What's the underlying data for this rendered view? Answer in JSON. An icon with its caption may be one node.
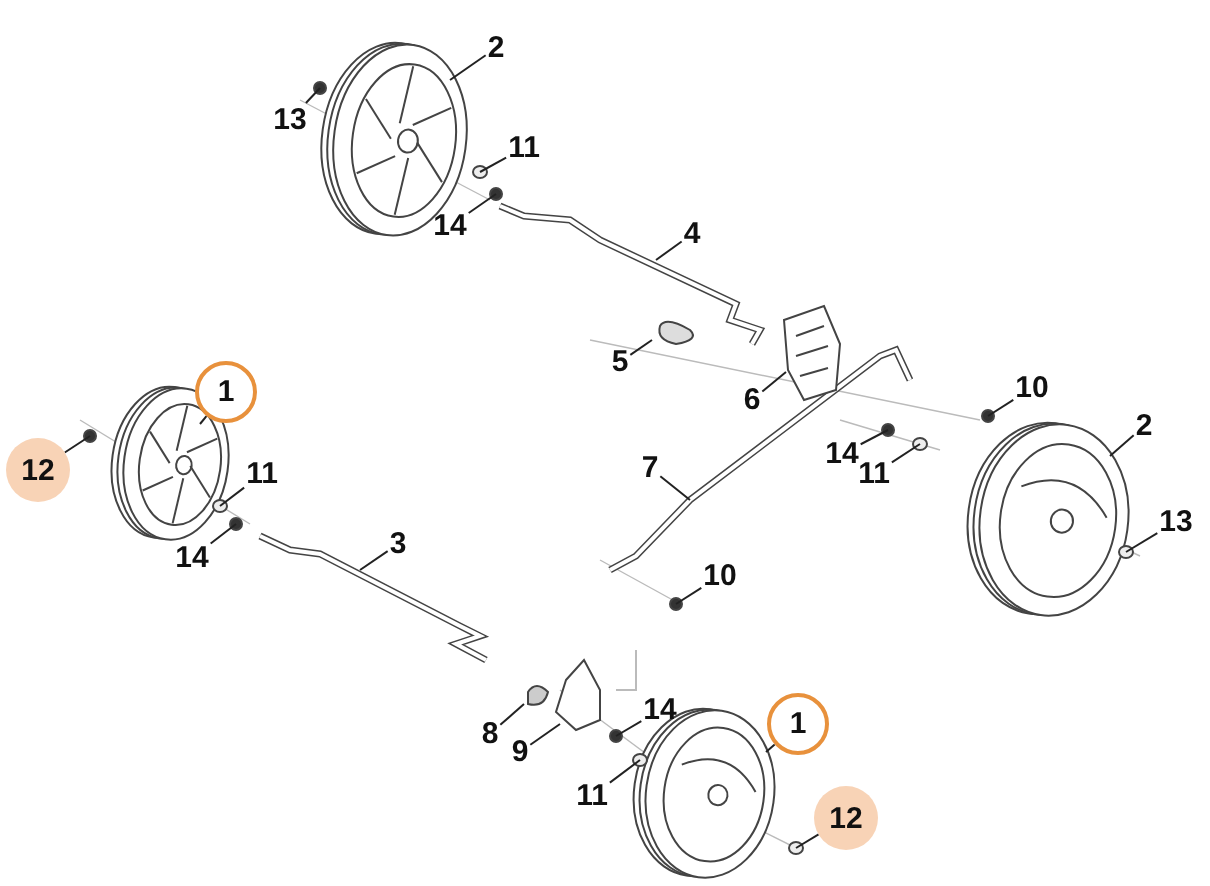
{
  "diagram": {
    "nodes": [
      {
        "text": [
          "13"
        ]
      },
      {
        "text": [
          "2"
        ]
      },
      {
        "text": [
          "11"
        ]
      },
      {
        "text": [
          "14"
        ]
      },
      {
        "text": [
          "4"
        ]
      },
      {
        "text": [
          "5"
        ]
      },
      {
        "text": [
          "6"
        ]
      },
      {
        "text": [
          "1"
        ]
      },
      {
        "text": [
          "12"
        ]
      },
      {
        "text": [
          "11"
        ]
      },
      {
        "text": [
          "14"
        ]
      },
      {
        "text": [
          "3"
        ]
      },
      {
        "text": [
          "10"
        ]
      },
      {
        "text": [
          "2"
        ]
      },
      {
        "text": [
          "7"
        ]
      },
      {
        "text": [
          "14"
        ]
      },
      {
        "text": [
          "11"
        ]
      },
      {
        "text": [
          "13"
        ]
      },
      {
        "text": [
          "10"
        ]
      },
      {
        "text": [
          "8"
        ]
      },
      {
        "text": [
          "9"
        ]
      },
      {
        "text": [
          "14"
        ]
      },
      {
        "text": [
          "11"
        ]
      },
      {
        "text": [
          "1"
        ]
      },
      {
        "text": [
          "12"
        ]
      }
    ],
    "edges": [
      {
        "from": 0,
        "to": null,
        "arrow": "none"
      },
      {
        "from": 1,
        "to": null,
        "arrow": "none"
      },
      {
        "from": 2,
        "to": null,
        "arrow": "none"
      },
      {
        "from": 3,
        "to": null,
        "arrow": "none"
      },
      {
        "from": 4,
        "to": null,
        "arrow": "none"
      },
      {
        "from": 5,
        "to": null,
        "arrow": "none"
      },
      {
        "from": 6,
        "to": null,
        "arrow": "none"
      },
      {
        "from": 7,
        "to": null,
        "arrow": "none"
      },
      {
        "from": 8,
        "to": null,
        "arrow": "none"
      },
      {
        "from": 9,
        "to": null,
        "arrow": "none"
      },
      {
        "from": 10,
        "to": null,
        "arrow": "none"
      },
      {
        "from": 11,
        "to": null,
        "arrow": "none"
      },
      {
        "from": 12,
        "to": null,
        "arrow": "none"
      },
      {
        "from": 13,
        "to": null,
        "arrow": "none"
      },
      {
        "from": 14,
        "to": null,
        "arrow": "none"
      },
      {
        "from": 15,
        "to": null,
        "arrow": "none"
      },
      {
        "from": 16,
        "to": null,
        "arrow": "none"
      },
      {
        "from": 17,
        "to": null,
        "arrow": "none"
      },
      {
        "from": 18,
        "to": null,
        "arrow": "none"
      },
      {
        "from": 19,
        "to": null,
        "arrow": "none"
      },
      {
        "from": 20,
        "to": null,
        "arrow": "none"
      },
      {
        "from": 21,
        "to": null,
        "arrow": "none"
      },
      {
        "from": 22,
        "to": null,
        "arrow": "none"
      },
      {
        "from": 23,
        "to": null,
        "arrow": "none"
      },
      {
        "from": 24,
        "to": null,
        "arrow": "none"
      }
    ]
  }
}
